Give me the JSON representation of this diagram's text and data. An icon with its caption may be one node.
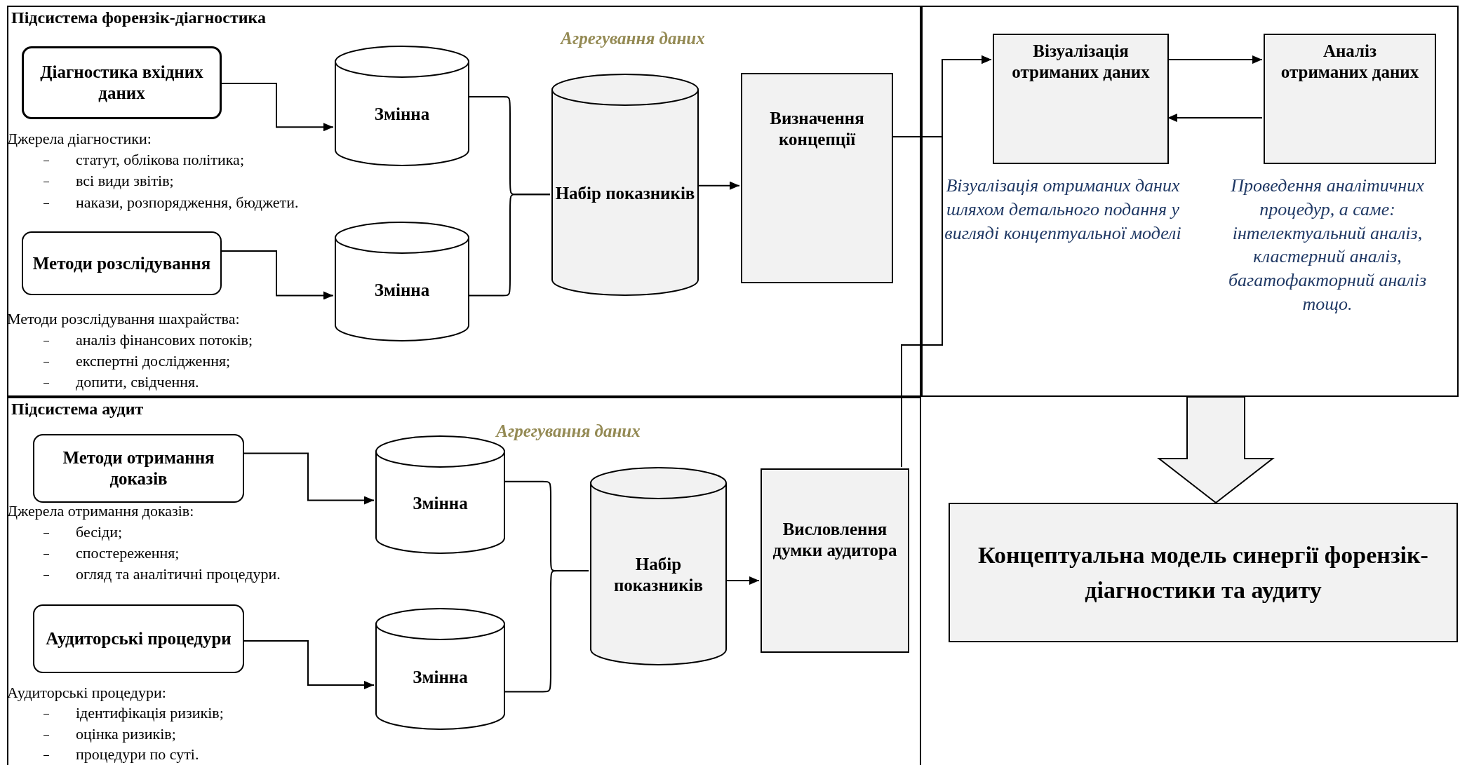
{
  "diagram": {
    "nodes": [
      {
        "text": [
          "Підсистема форензік-діагностика"
        ]
      },
      {
        "text": [
          "Діагностика вхідних даних"
        ],
        "in": 0
      },
      {
        "text": [
          "Змінна"
        ],
        "in": 0
      },
      {
        "text": [
          "Методи розслідування"
        ],
        "in": 0
      },
      {
        "text": [
          "Змінна"
        ],
        "in": 0
      },
      {
        "text": [
          "Набір показників"
        ],
        "in": 0
      },
      {
        "text": [
          "Визначення концепції"
        ],
        "in": 0
      },
      {
        "text": [
          "Підсистема аудит"
        ]
      },
      {
        "text": [
          "Методи отримання доказів"
        ],
        "in": 7
      },
      {
        "text": [
          "Змінна"
        ],
        "in": 7
      },
      {
        "text": [
          "Аудиторські процедури"
        ],
        "in": 7
      },
      {
        "text": [
          "Змінна"
        ],
        "in": 7
      },
      {
        "text": [
          "Набір показників"
        ],
        "in": 7
      },
      {
        "text": [
          "Висловлення думки аудитора"
        ],
        "in": 7
      },
      {
        "text": [],
        "shape": "box"
      },
      {
        "text": [
          "Візуалізація отриманих даних"
        ],
        "in": 14,
        "beside": [
          "Візуалізація отриманих даних шляхом детального подання у вигляді концептуальної моделі"
        ]
      },
      {
        "text": [
          "Аналіз отриманих даних"
        ],
        "in": 14,
        "beside": [
          "Проведення аналітичних процедур, а саме: інтелектуальний аналіз, кластерний аналіз, багатофакторний аналіз тощо."
        ]
      },
      {
        "text": [
          "Концептуальна модель синергії форензік-діагностики та аудиту"
        ]
      }
    ],
    "edges": [
      {
        "from": 1,
        "to": 2,
        "arrow": "to"
      },
      {
        "from": 3,
        "to": 4,
        "arrow": "to"
      },
      {
        "from": 2,
        "to": 5,
        "arrow": "none"
      },
      {
        "from": 4,
        "to": 5,
        "arrow": "none"
      },
      {
        "from": 5,
        "to": 6,
        "arrow": "to"
      },
      {
        "from": 6,
        "to": 15,
        "arrow": "to"
      },
      {
        "from": 8,
        "to": 9,
        "arrow": "to"
      },
      {
        "from": 10,
        "to": 11,
        "arrow": "to"
      },
      {
        "from": 9,
        "to": 12,
        "arrow": "none"
      },
      {
        "from": 11,
        "to": 12,
        "arrow": "none"
      },
      {
        "from": 12,
        "to": 13,
        "arrow": "to"
      },
      {
        "from": 13,
        "to": 15,
        "arrow": "to"
      },
      {
        "from": 15,
        "to": 16,
        "arrow": "to"
      },
      {
        "from": 16,
        "to": 15,
        "arrow": "to"
      },
      {
        "from": 14,
        "to": 17,
        "arrow": "to",
        "style": "thick"
      }
    ],
    "labels": [
      "Агрегування даних",
      "Джерела діагностики:",
      "статут, облікова політика;",
      "всі види звітів;",
      "накази, розпорядження, бюджети.",
      "Методи розслідування шахрайства:",
      "аналіз фінансових потоків;",
      "експертні дослідження;",
      "допити, свідчення.",
      "Агрегування даних",
      "Джерела отримання доказів:",
      "бесіди;",
      "спостереження;",
      "огляд та аналітичні процедури.",
      "Аудиторські процедури:",
      "ідентифікація ризиків;",
      "оцінка ризиків;",
      "процедури по суті."
    ]
  }
}
